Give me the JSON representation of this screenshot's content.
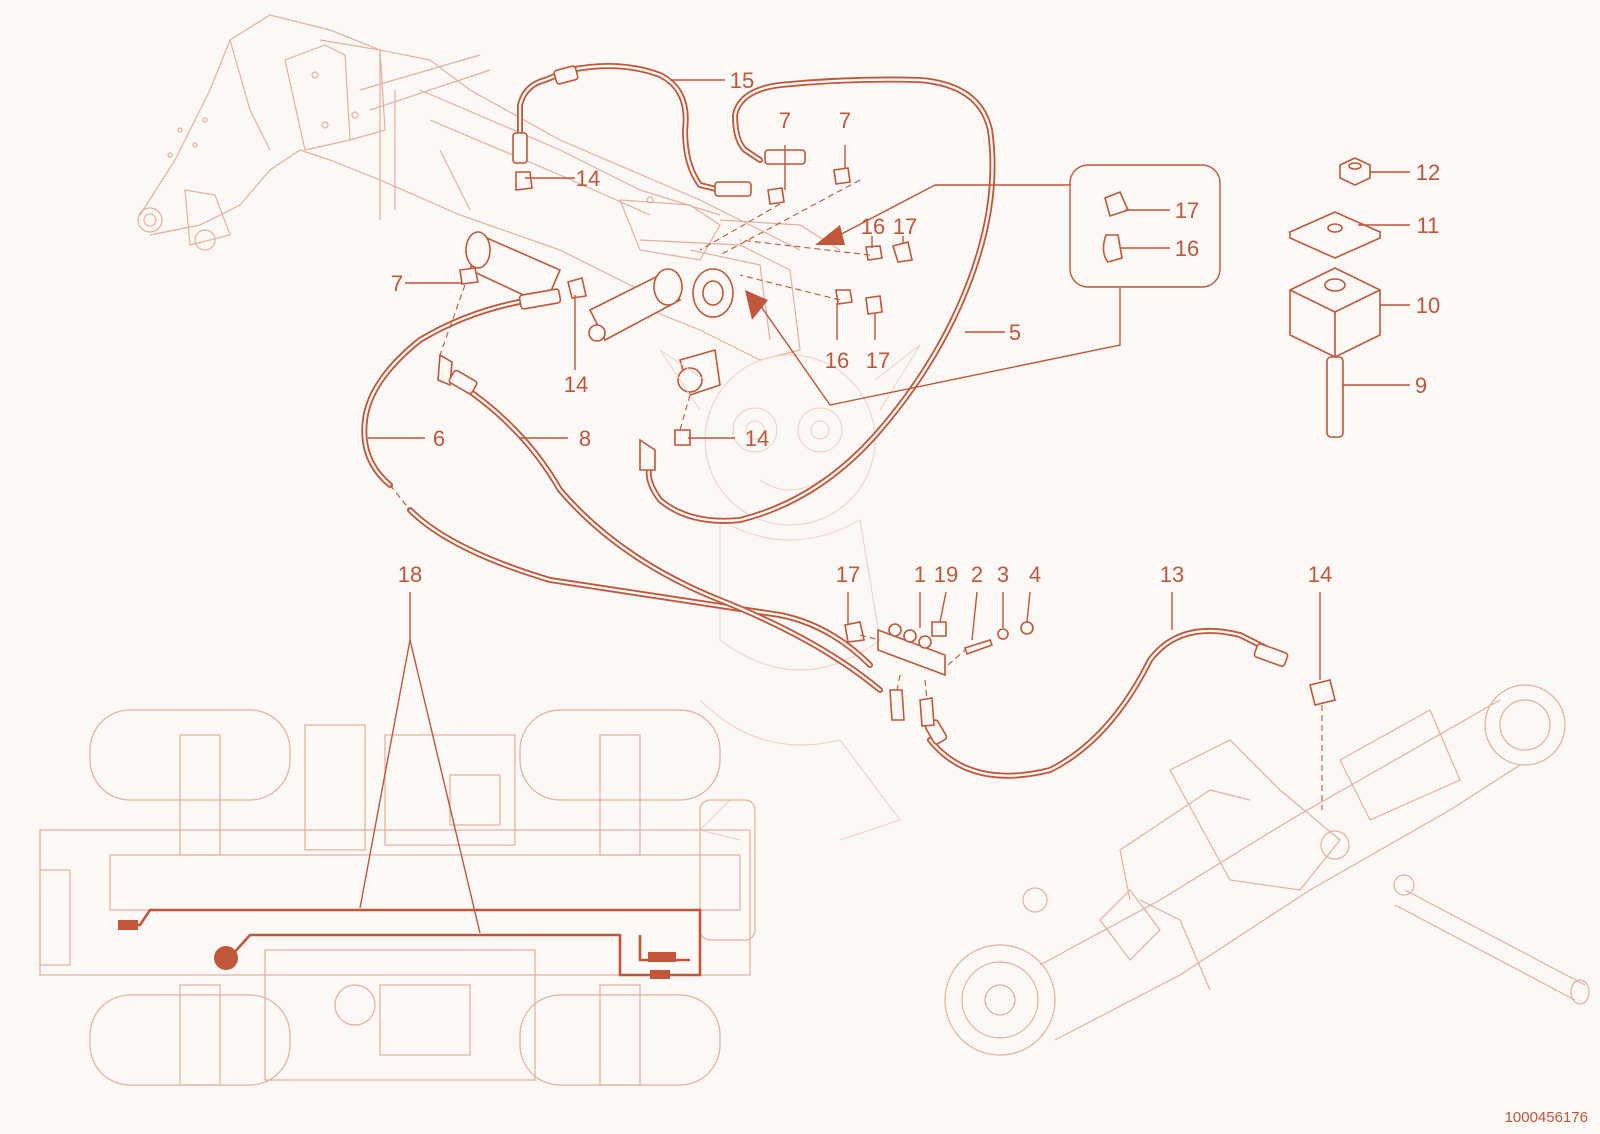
{
  "callouts": [
    {
      "id": "15",
      "text": "15"
    },
    {
      "id": "14a",
      "text": "14"
    },
    {
      "id": "7a",
      "text": "7"
    },
    {
      "id": "7b",
      "text": "7"
    },
    {
      "id": "7c",
      "text": "7"
    },
    {
      "id": "16a",
      "text": "16"
    },
    {
      "id": "17a",
      "text": "17"
    },
    {
      "id": "16b",
      "text": "16"
    },
    {
      "id": "17b",
      "text": "17"
    },
    {
      "id": "17c",
      "text": "17"
    },
    {
      "id": "16c",
      "text": "16"
    },
    {
      "id": "14b",
      "text": "14"
    },
    {
      "id": "14c",
      "text": "14"
    },
    {
      "id": "6",
      "text": "6"
    },
    {
      "id": "8",
      "text": "8"
    },
    {
      "id": "5",
      "text": "5"
    },
    {
      "id": "12",
      "text": "12"
    },
    {
      "id": "11",
      "text": "11"
    },
    {
      "id": "10",
      "text": "10"
    },
    {
      "id": "9",
      "text": "9"
    },
    {
      "id": "18",
      "text": "18"
    },
    {
      "id": "17d",
      "text": "17"
    },
    {
      "id": "1",
      "text": "1"
    },
    {
      "id": "19",
      "text": "19"
    },
    {
      "id": "2",
      "text": "2"
    },
    {
      "id": "3",
      "text": "3"
    },
    {
      "id": "4",
      "text": "4"
    },
    {
      "id": "13",
      "text": "13"
    },
    {
      "id": "14d",
      "text": "14"
    }
  ],
  "document_number": "1000456176",
  "colors": {
    "accent": "#c0563a",
    "line": "#e3b09e",
    "background": "#fbf8f5"
  }
}
